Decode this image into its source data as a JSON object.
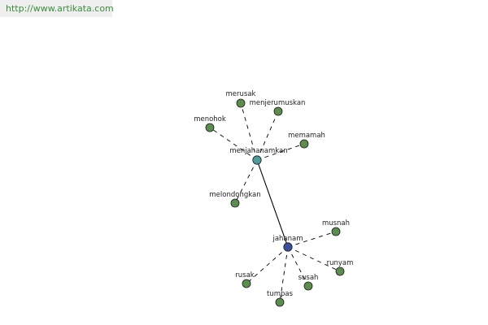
{
  "site": {
    "url": "http://www.artikata.com"
  },
  "colors": {
    "leaf_fill": "#5b8d4f",
    "hub_primary_fill": "#3b4f9c",
    "hub_secondary_fill": "#4e9c9b",
    "edge": "#000000"
  },
  "graph": {
    "nodes": [
      {
        "id": "jahanam",
        "label": "jahanam",
        "kind": "hub-primary"
      },
      {
        "id": "menjahanamkan",
        "label": "menjahanamkan",
        "kind": "hub-secondary"
      },
      {
        "id": "merusak",
        "label": "merusak",
        "kind": "leaf"
      },
      {
        "id": "menjerumuskan",
        "label": "menjerumuskan",
        "kind": "leaf"
      },
      {
        "id": "menohok",
        "label": "menohok",
        "kind": "leaf"
      },
      {
        "id": "memamah",
        "label": "memamah",
        "kind": "leaf"
      },
      {
        "id": "melondongkan",
        "label": "melondongkan",
        "kind": "leaf"
      },
      {
        "id": "musnah",
        "label": "musnah",
        "kind": "leaf"
      },
      {
        "id": "runyam",
        "label": "runyam",
        "kind": "leaf"
      },
      {
        "id": "susah",
        "label": "susah",
        "kind": "leaf"
      },
      {
        "id": "tumpas",
        "label": "tumpas",
        "kind": "leaf"
      },
      {
        "id": "rusak",
        "label": "rusak",
        "kind": "leaf"
      }
    ],
    "edges": [
      {
        "from": "jahanam",
        "to": "menjahanamkan",
        "style": "solid"
      },
      {
        "from": "menjahanamkan",
        "to": "merusak",
        "style": "dashed"
      },
      {
        "from": "menjahanamkan",
        "to": "menjerumuskan",
        "style": "dashed"
      },
      {
        "from": "menjahanamkan",
        "to": "menohok",
        "style": "dashed"
      },
      {
        "from": "menjahanamkan",
        "to": "memamah",
        "style": "dashed"
      },
      {
        "from": "menjahanamkan",
        "to": "melondongkan",
        "style": "dashed"
      },
      {
        "from": "jahanam",
        "to": "musnah",
        "style": "dashed"
      },
      {
        "from": "jahanam",
        "to": "runyam",
        "style": "dashed"
      },
      {
        "from": "jahanam",
        "to": "susah",
        "style": "dashed"
      },
      {
        "from": "jahanam",
        "to": "tumpas",
        "style": "dashed"
      },
      {
        "from": "jahanam",
        "to": "rusak",
        "style": "dashed"
      }
    ]
  }
}
